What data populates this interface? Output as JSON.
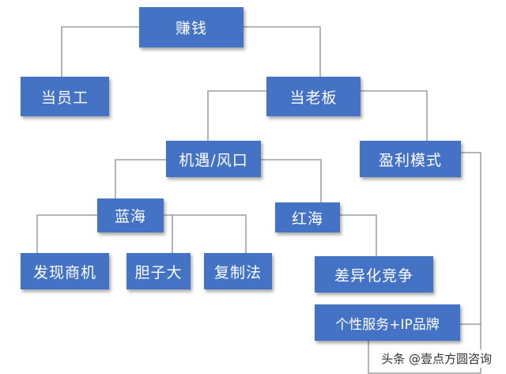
{
  "colors": {
    "node_fill": "#4472c4",
    "connector": "#8c8c8c",
    "text": "#ffffff"
  },
  "nodes": {
    "root": "赚钱",
    "employee": "当员工",
    "boss": "当老板",
    "opportunity": "机遇/风口",
    "profit_model": "盈利模式",
    "blue_ocean": "蓝海",
    "red_ocean": "红海",
    "discover": "发现商机",
    "bold": "胆子大",
    "copy": "复制法",
    "differentiation": "差异化竞争",
    "brand": "个性服务+IP品牌"
  },
  "watermark": "头条 @壹点方圆咨询"
}
